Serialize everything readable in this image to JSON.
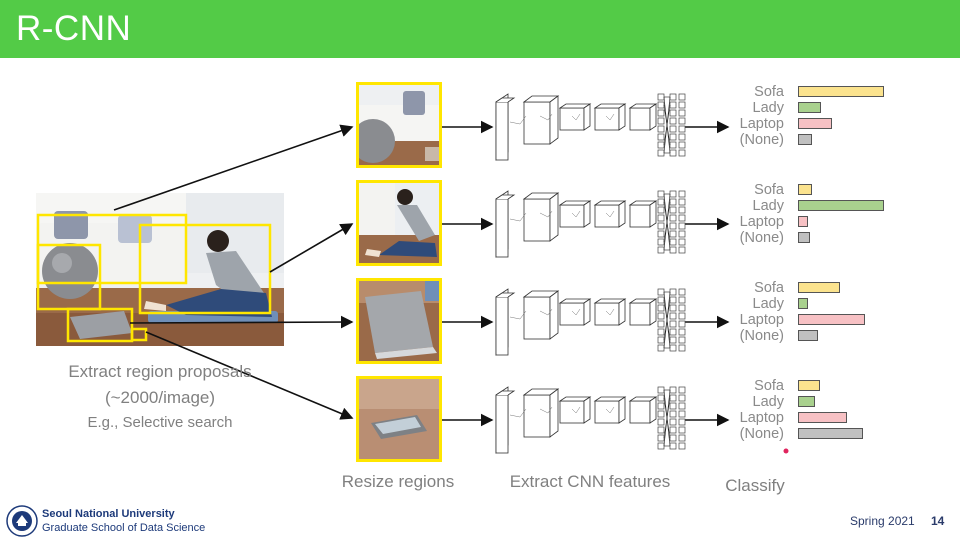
{
  "header": {
    "title": "R-CNN"
  },
  "labels": {
    "extract_line1": "Extract region proposals",
    "extract_line2": "(~2000/image)",
    "extract_line3": "E.g., Selective search",
    "resize": "Resize regions",
    "cnn": "Extract CNN features",
    "classify": "Classify"
  },
  "classes": [
    "Sofa",
    "Lady",
    "Laptop",
    "(None)"
  ],
  "class_colors": [
    "#fbe38e",
    "#a9d18e",
    "#f7c1c4",
    "#c0c0c0"
  ],
  "region_scores": [
    [
      1.0,
      0.27,
      0.39,
      0.16
    ],
    [
      0.16,
      1.0,
      0.12,
      0.14
    ],
    [
      0.49,
      0.12,
      0.78,
      0.23
    ],
    [
      0.25,
      0.2,
      0.57,
      0.75
    ]
  ],
  "footer": {
    "university": "Seoul National University",
    "school": "Graduate School of Data Science",
    "term": "Spring 2021",
    "page": "14"
  }
}
